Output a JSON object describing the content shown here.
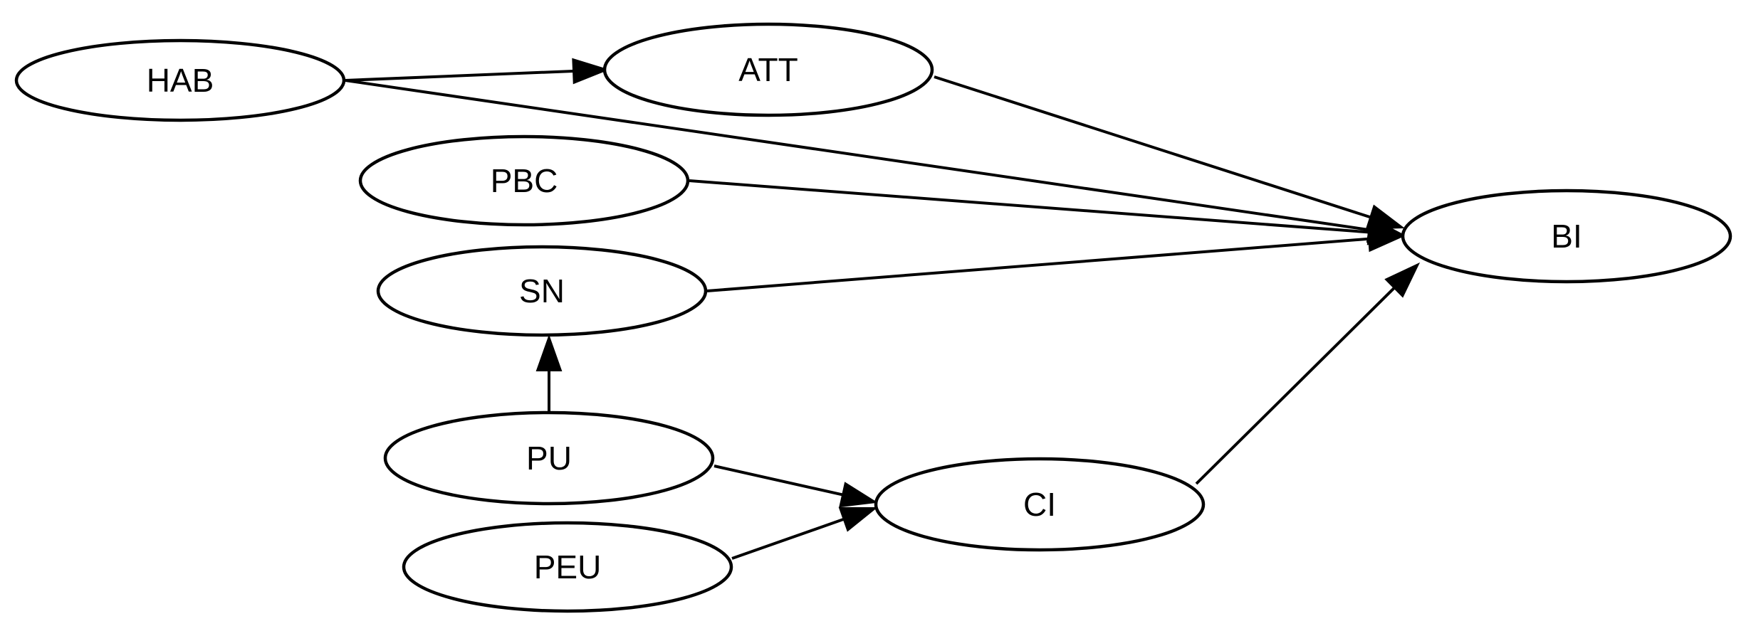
{
  "nodes": {
    "hab": "HAB",
    "att": "ATT",
    "pbc": "PBC",
    "sn": "SN",
    "pu": "PU",
    "peu": "PEU",
    "ci": "CI",
    "bi": "BI"
  },
  "edges": [
    {
      "from": "HAB",
      "to": "ATT"
    },
    {
      "from": "HAB",
      "to": "BI"
    },
    {
      "from": "ATT",
      "to": "BI"
    },
    {
      "from": "PBC",
      "to": "BI"
    },
    {
      "from": "SN",
      "to": "BI"
    },
    {
      "from": "PU",
      "to": "SN"
    },
    {
      "from": "PU",
      "to": "CI"
    },
    {
      "from": "PEU",
      "to": "CI"
    },
    {
      "from": "CI",
      "to": "BI"
    }
  ]
}
